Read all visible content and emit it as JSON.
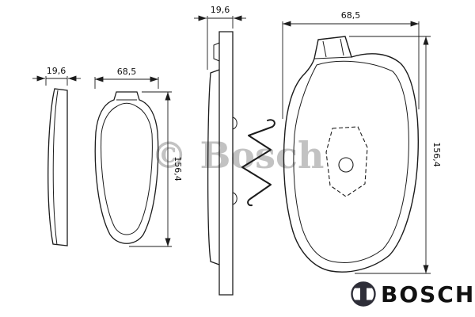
{
  "watermark": {
    "text": "© Bosch",
    "color": "#9b9b9b"
  },
  "logo": {
    "wordmark": "BOSCH",
    "wordmark_color": "#b01823",
    "symbol": "bosch-armature-in-circle",
    "symbol_color": "#2e2e38"
  },
  "drawing": {
    "line_color": "#1c1c1c",
    "background": "#ffffff",
    "views": {
      "side_small": {
        "name": "brake-pad-side-view-small",
        "width": "19,6"
      },
      "front_small": {
        "name": "brake-pad-front-view-small",
        "width": "68,5",
        "height": "156,4"
      },
      "side_large": {
        "name": "brake-pad-side-view-large",
        "width": "19,6"
      },
      "front_large": {
        "name": "brake-pad-front-view-large",
        "width": "68,5",
        "height": "156,4"
      }
    },
    "accessory": {
      "name": "retaining-spring-clip"
    }
  }
}
